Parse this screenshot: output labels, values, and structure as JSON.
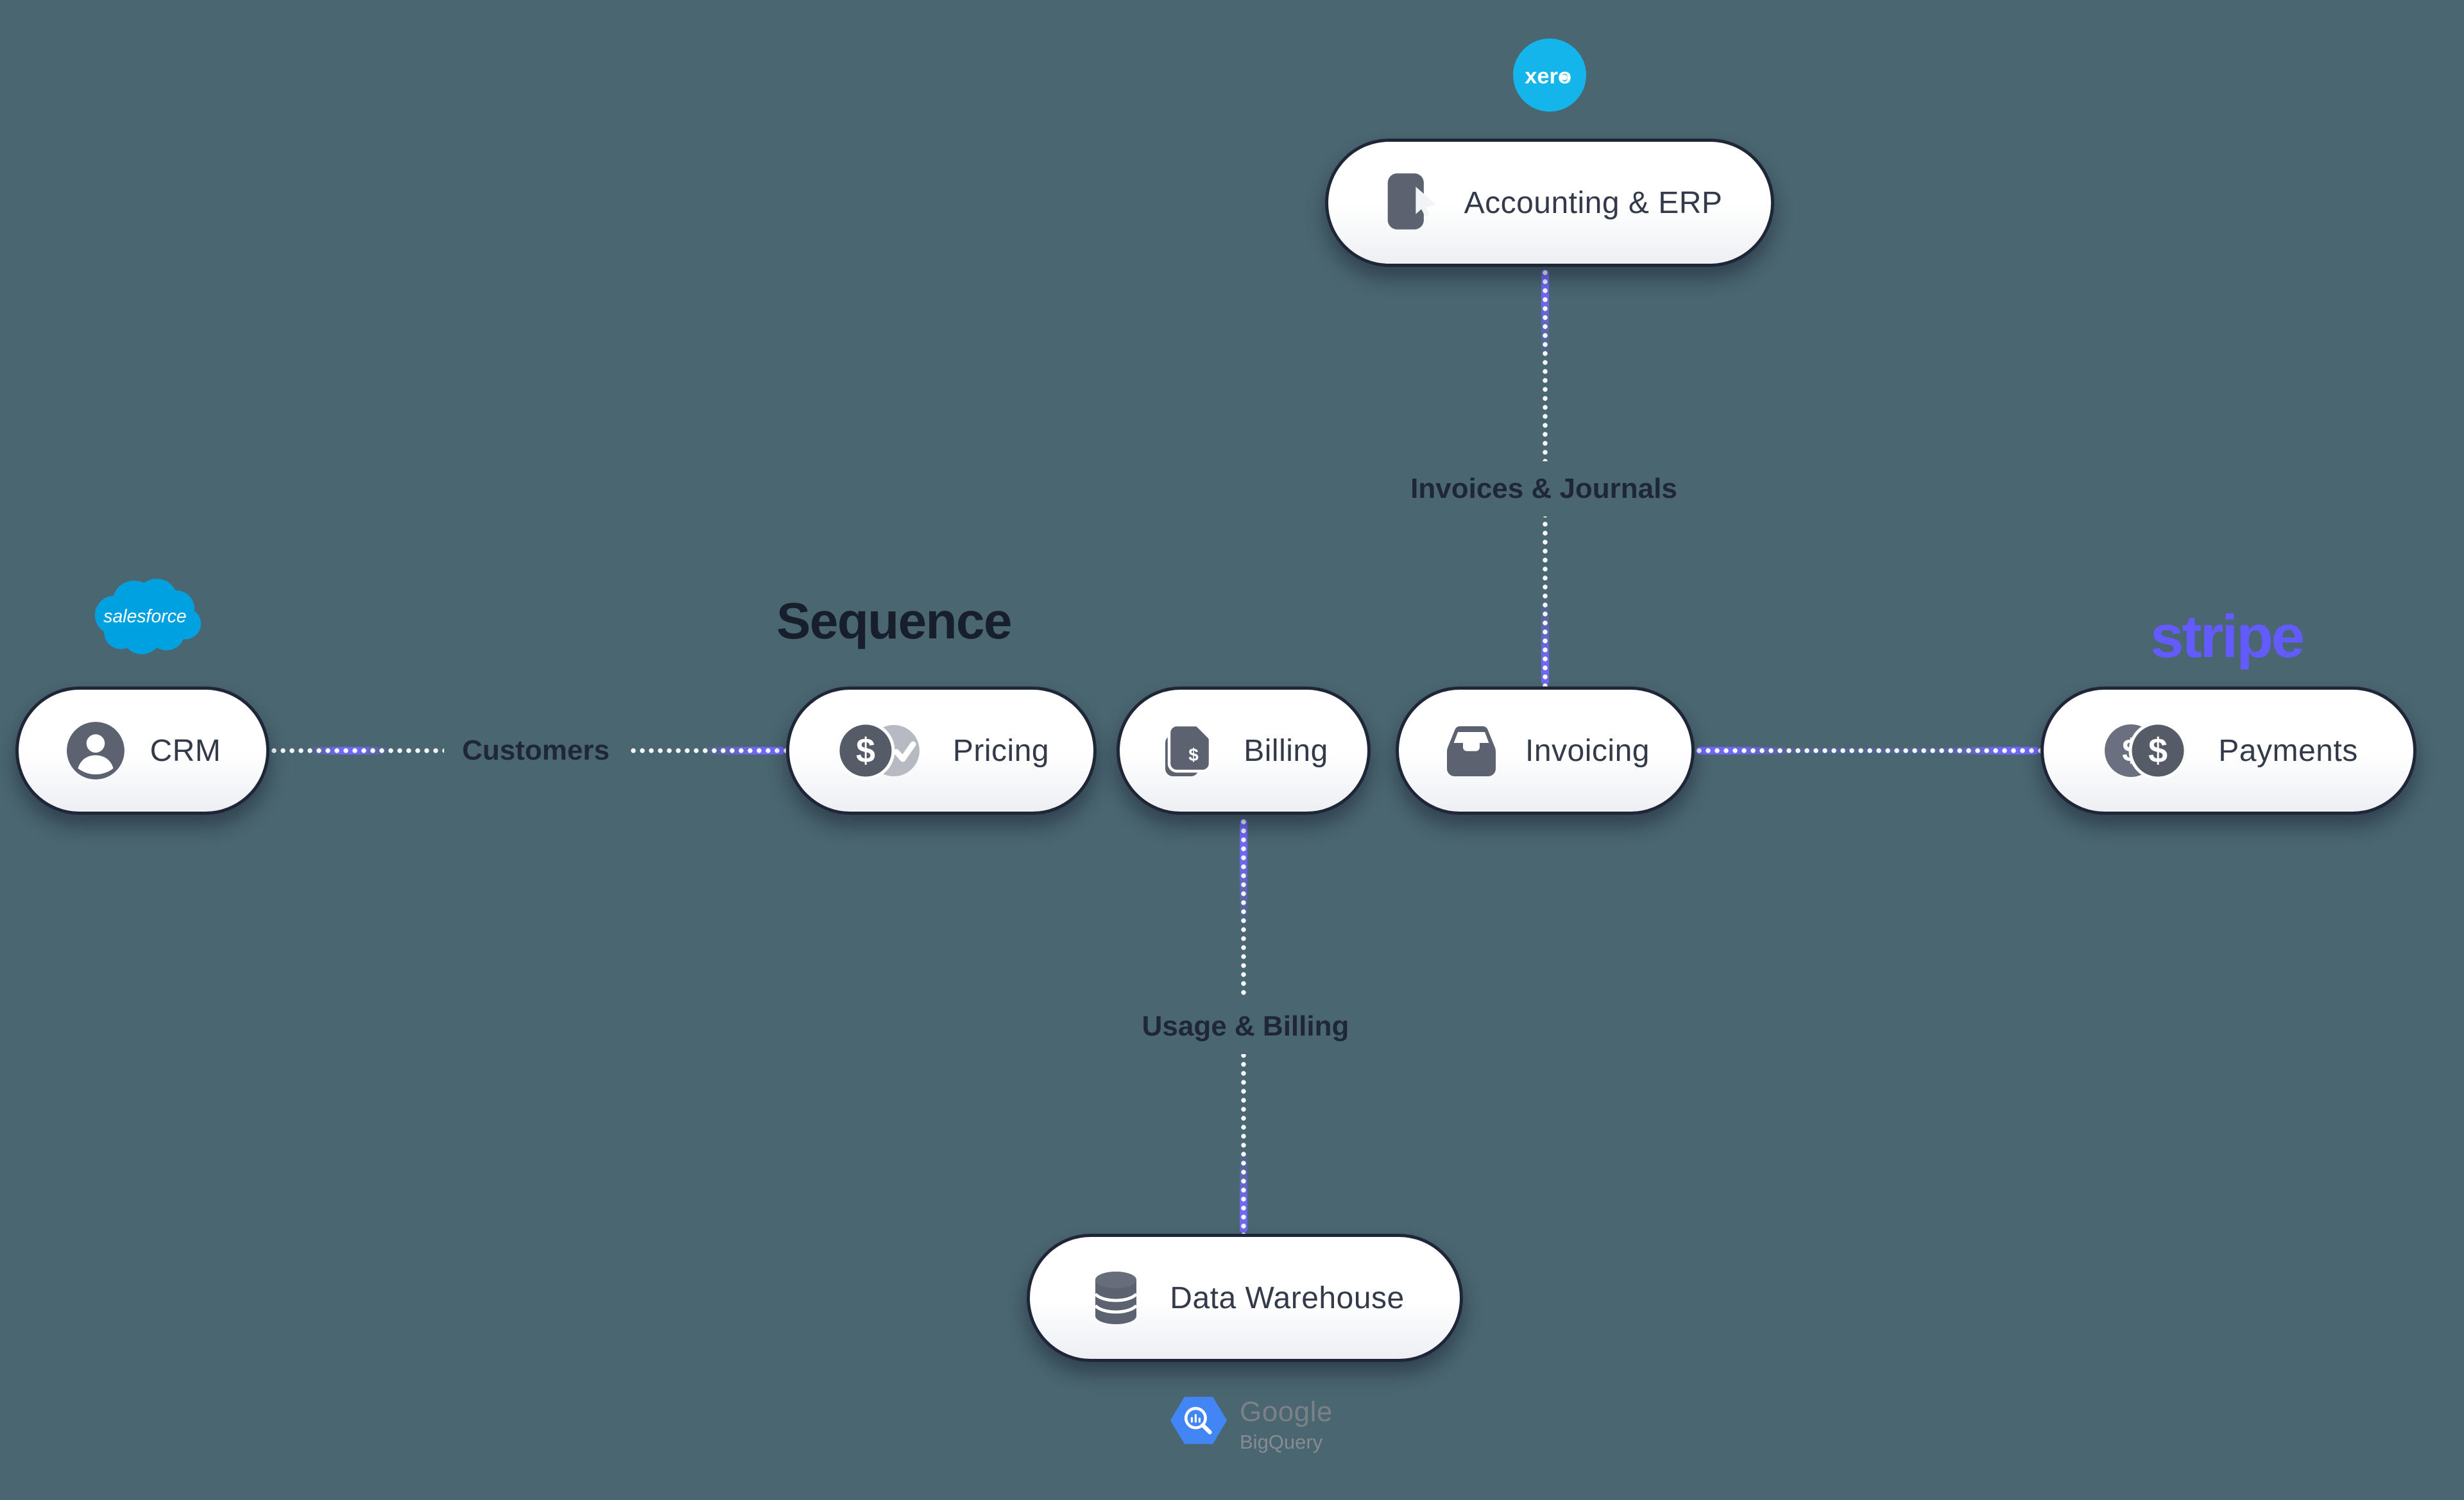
{
  "title": {
    "text": "Sequence"
  },
  "brands": {
    "xero": {
      "text": "xero",
      "color": "#13b5ea"
    },
    "salesforce": {
      "text": "salesforce",
      "color": "#00a1e0"
    },
    "stripe": {
      "text": "stripe",
      "color": "#635bff"
    },
    "google_bigquery": {
      "line1": "Google",
      "line2": "BigQuery",
      "hex_color": "#4285f4"
    }
  },
  "nodes": {
    "accounting": {
      "label": "Accounting & ERP",
      "icon": "document-pointer-icon"
    },
    "crm": {
      "label": "CRM",
      "icon": "user-avatar-icon"
    },
    "pricing": {
      "label": "Pricing",
      "icon": "dollar-coin-check-icon"
    },
    "billing": {
      "label": "Billing",
      "icon": "dollar-tags-icon"
    },
    "invoicing": {
      "label": "Invoicing",
      "icon": "inbox-tray-icon"
    },
    "payments": {
      "label": "Payments",
      "icon": "dollar-coins-icon"
    },
    "data_warehouse": {
      "label": "Data Warehouse",
      "icon": "database-icon"
    }
  },
  "connections": {
    "accounting_invoicing": {
      "label": "Invoices & Journals",
      "style": "dotted"
    },
    "crm_pricing": {
      "label": "Customers",
      "style": "dotted"
    },
    "invoicing_payments": {
      "label": "",
      "style": "dotted"
    },
    "billing_warehouse": {
      "label": "Usage & Billing",
      "style": "dotted"
    }
  },
  "colors": {
    "background": "#4a6670",
    "node_border": "#1f2637",
    "node_text": "#333b4a",
    "label_text": "#1f2736",
    "icon_gray": "#5d6270",
    "icon_gray_light": "#b7bac3",
    "icon_gray_lighter": "#6b7080",
    "pulse_purple": "#6f68f5",
    "stripe_purple": "#635bff",
    "xero_blue": "#13b5ea",
    "salesforce_blue": "#00a1e0",
    "bigquery_blue": "#4285f4",
    "google_text": "#7b8187",
    "google_text_light": "#868c92",
    "title_text": "#171e2c"
  }
}
